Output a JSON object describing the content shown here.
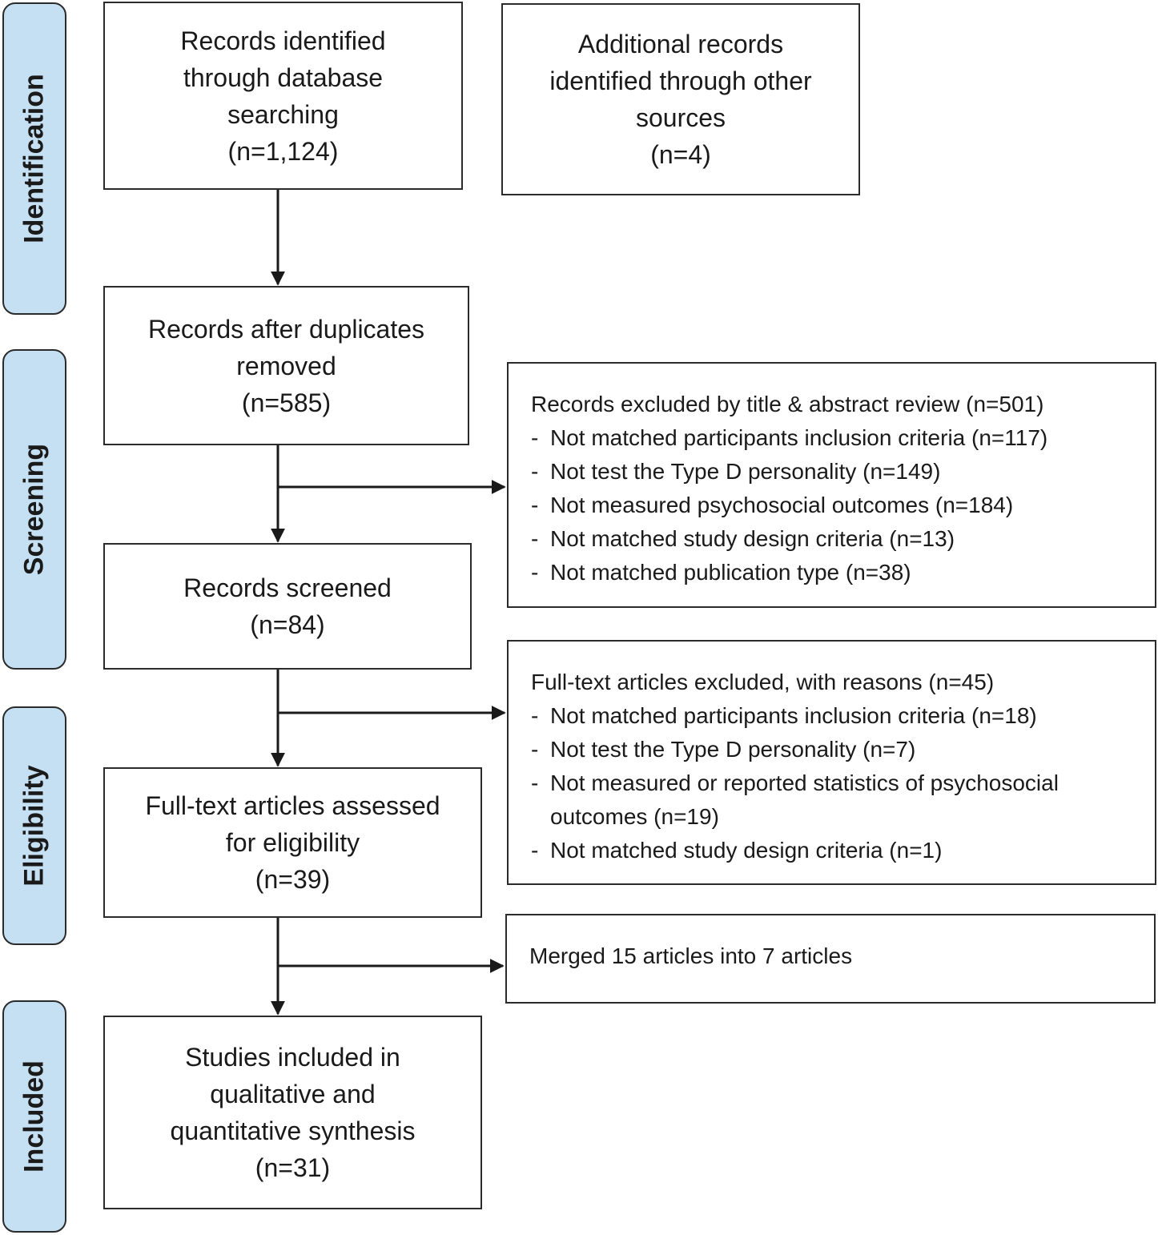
{
  "phases": {
    "identification": "Identification",
    "screening": "Screening",
    "eligibility": "Eligibility",
    "included": "Included"
  },
  "boxes": {
    "database": {
      "lines": [
        "Records identified",
        "through database",
        "searching",
        "(n=1,124)"
      ]
    },
    "other_sources": {
      "lines": [
        "Additional records",
        "identified through other",
        "sources",
        "(n=4)"
      ]
    },
    "after_duplicates": {
      "lines": [
        "Records after duplicates",
        "removed",
        "(n=585)"
      ]
    },
    "screened": {
      "lines": [
        "Records screened",
        "(n=84)"
      ]
    },
    "fulltext_assessed": {
      "lines": [
        "Full-text articles assessed",
        "for eligibility",
        "(n=39)"
      ]
    },
    "included": {
      "lines": [
        "Studies included in",
        "qualitative and",
        "quantitative synthesis",
        "(n=31)"
      ]
    }
  },
  "exclusions": {
    "title_abstract": {
      "heading": "Records excluded by title & abstract review (n=501)",
      "items": [
        "Not matched participants inclusion criteria (n=117)",
        "Not test the Type D personality (n=149)",
        "Not measured psychosocial outcomes (n=184)",
        "Not matched study design criteria (n=13)",
        "Not matched publication type (n=38)"
      ]
    },
    "fulltext": {
      "heading": "Full-text articles excluded, with reasons (n=45)",
      "items": [
        "Not matched participants inclusion criteria (n=18)",
        "Not test the Type D personality (n=7)",
        "Not measured or reported statistics of psychosocial outcomes (n=19)",
        "Not matched study design criteria (n=1)"
      ]
    },
    "merged": {
      "text": "Merged 15 articles into 7 articles"
    }
  }
}
